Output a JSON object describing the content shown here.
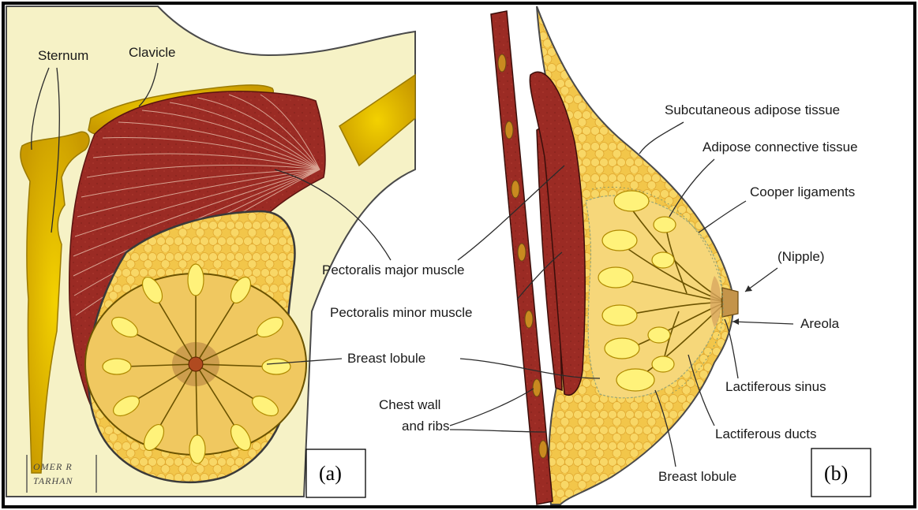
{
  "figure": {
    "panel_a": {
      "tag": "(a)",
      "labels": {
        "sternum": "Sternum",
        "clavicle": "Clavicle",
        "pectoralis_major": "Pectoralis major muscle",
        "breast_lobule": "Breast lobule"
      },
      "signature": {
        "line1": "OMER R",
        "line2": "TARHAN"
      }
    },
    "panel_b": {
      "tag": "(b)",
      "labels": {
        "subcutaneous": "Subcutaneous adipose tissue",
        "adipose_connective": "Adipose connective tissue",
        "cooper": "Cooper ligaments",
        "nipple": "(Nipple)",
        "areola": "Areola",
        "pectoralis_minor": "Pectoralis minor muscle",
        "chest_wall_1": "Chest wall",
        "chest_wall_2": "and ribs",
        "lactiferous_sinus": "Lactiferous sinus",
        "lactiferous_ducts": "Lactiferous ducts",
        "breast_lobule": "Breast lobule"
      }
    },
    "colors": {
      "background": "#f6f2c6",
      "bone": "#e8c000",
      "muscle": "#9b2b24",
      "fat": "#f4cc52",
      "lobule": "#fff27a",
      "outline": "#3a3a3a"
    }
  }
}
